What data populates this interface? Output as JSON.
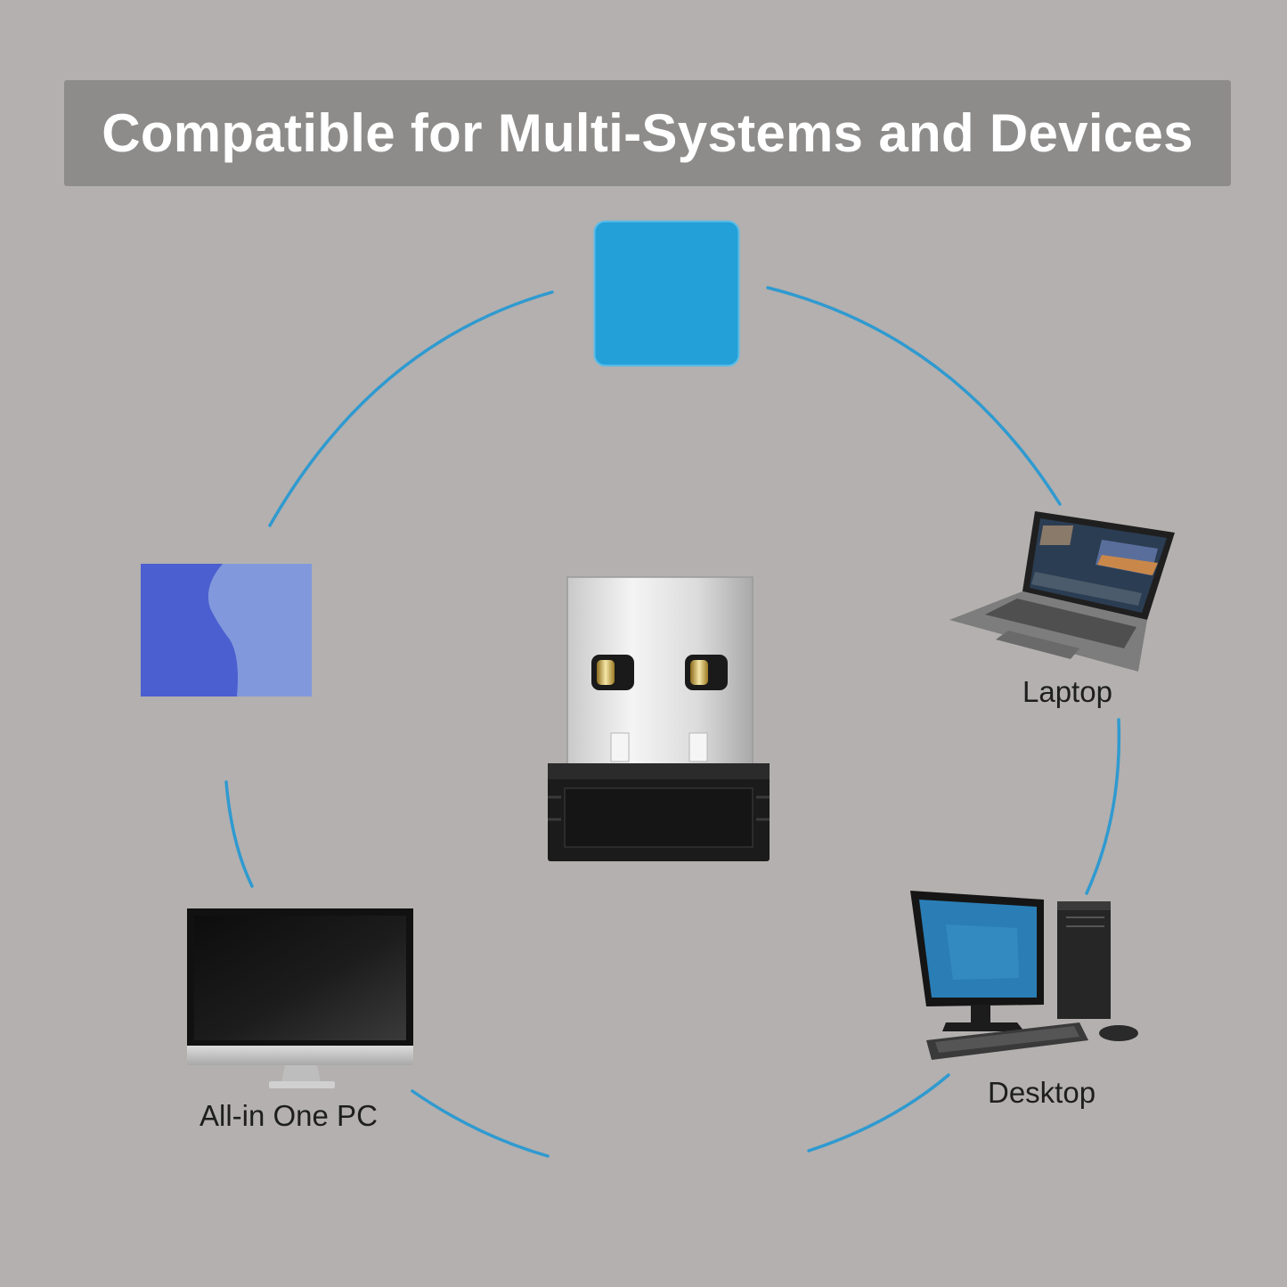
{
  "title": "Compatible for Multi-Systems and Devices",
  "devices": [
    {
      "label": "Laptop",
      "icon": "laptop-icon"
    },
    {
      "label": "Desktop",
      "icon": "desktop-computer-icon"
    },
    {
      "label": "All-in One PC",
      "icon": "all-in-one-pc-icon"
    }
  ],
  "os_icons": [
    {
      "icon": "blue-square-os-icon"
    },
    {
      "icon": "blue-finder-os-icon"
    }
  ],
  "colors": {
    "background": "#b3b0af",
    "banner": "#8e8c8b",
    "ring": "#2f9ad0",
    "os_square": "#24a0d8",
    "finder_dark": "#4b5fd0",
    "finder_light": "#8199dc"
  }
}
